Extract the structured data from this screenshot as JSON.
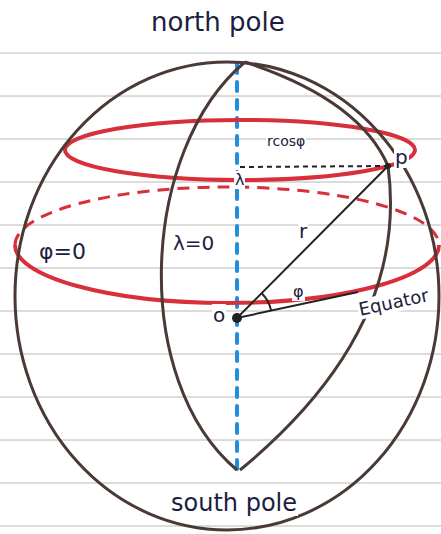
{
  "diagram": {
    "labels": [
      "north pole",
      "rcosφ",
      "λ",
      "p",
      "λ=0",
      "r",
      "o",
      "φ",
      "φ=0",
      "Equator",
      "south pole"
    ]
  }
}
